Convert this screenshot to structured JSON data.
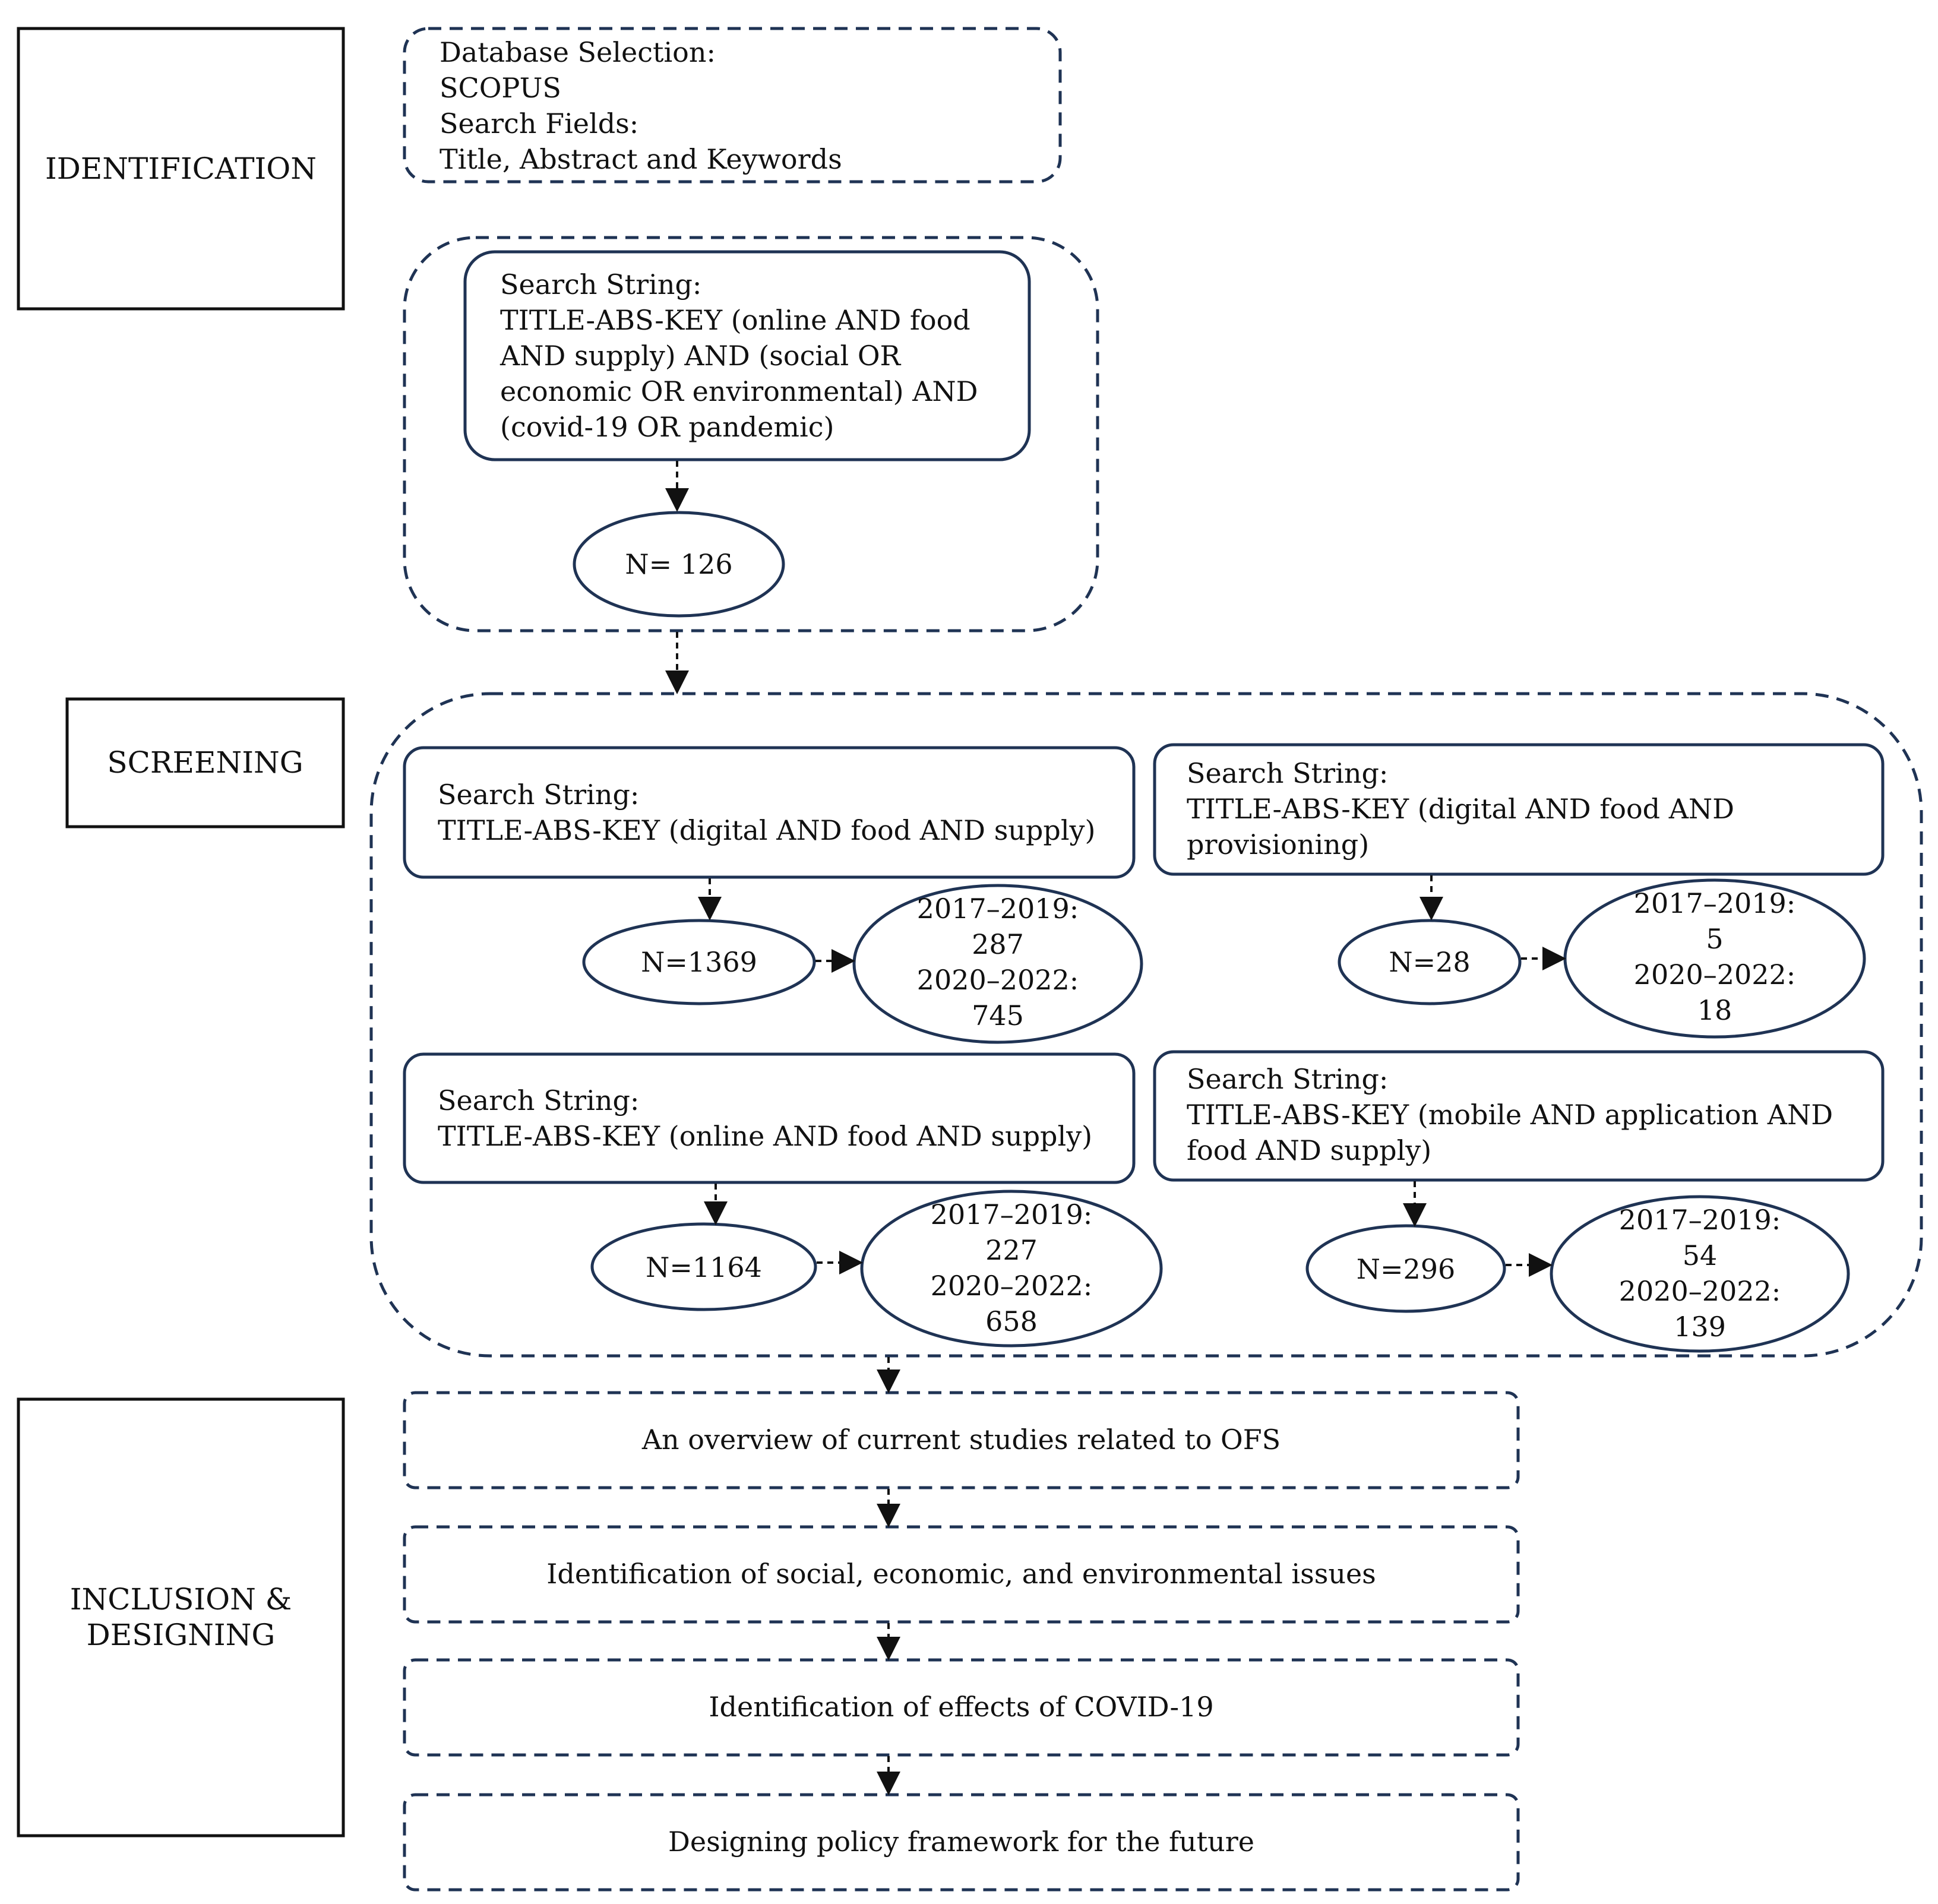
{
  "stages": {
    "identification": "IDENTIFICATION",
    "screening": "SCREENING",
    "inclusion": "INCLUSION &\nDESIGNING"
  },
  "database_box": "Database Selection:\nSCOPUS\nSearch Fields:\nTitle, Abstract and Keywords",
  "identification_search": {
    "text": "Search String:\nTITLE-ABS-KEY (online AND food\nAND supply) AND (social OR\neconomic OR environmental) AND\n(covid-19 OR pandemic)",
    "count": "N= 126"
  },
  "screening_searches": [
    {
      "text": "Search String:\nTITLE-ABS-KEY (digital AND food AND supply)",
      "count": "N=1369",
      "years": "2017–2019:\n287\n2020–2022:\n745"
    },
    {
      "text": "Search String:\nTITLE-ABS-KEY (digital AND food AND\nprovisioning)",
      "count": "N=28",
      "years": "2017–2019:\n5\n2020–2022:\n18"
    },
    {
      "text": "Search String:\nTITLE-ABS-KEY (online AND food AND supply)",
      "count": "N=1164",
      "years": "2017–2019:\n227\n2020–2022:\n658"
    },
    {
      "text": "Search String:\nTITLE-ABS-KEY (mobile AND application AND\nfood AND supply)",
      "count": "N=296",
      "years": "2017–2019:\n54\n2020–2022:\n139"
    }
  ],
  "inclusion_steps": [
    "An overview of current studies related to OFS",
    "Identification of social, economic, and environmental issues",
    "Identification of effects of COVID-19",
    "Designing policy framework for the future"
  ],
  "colors": {
    "stroke": "#1f3354",
    "stage_stroke": "#111111",
    "text": "#111111",
    "background": "#ffffff"
  }
}
